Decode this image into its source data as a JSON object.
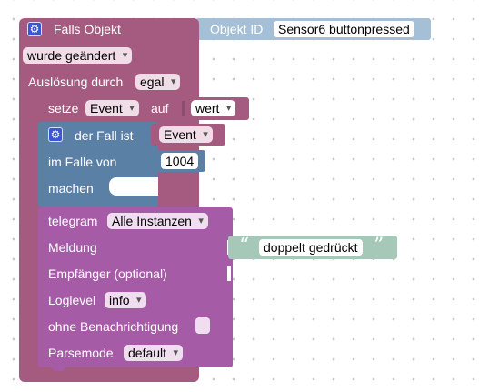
{
  "trigger": {
    "title": "Falls Objekt",
    "change_mode": "wurde geändert",
    "ausloesung_label": "Auslösung durch",
    "ausloesung_value": "egal"
  },
  "objekt_id": {
    "label": "Objekt ID",
    "value": "Sensor6 buttonpressed"
  },
  "setze": {
    "label": "setze",
    "variable": "Event",
    "auf_label": "auf",
    "value": "wert"
  },
  "switch": {
    "title": "der Fall ist",
    "variable": "Event",
    "case_label": "im Falle von",
    "case_value": "1004",
    "do_label": "machen"
  },
  "telegram": {
    "label": "telegram",
    "instance": "Alle Instanzen",
    "message_label": "Meldung",
    "message_text": "doppelt gedrückt",
    "quote_open": "“",
    "quote_close": "”",
    "recipient_label": "Empfänger (optional)",
    "loglevel_label": "Loglevel",
    "loglevel_value": "info",
    "silent_label": "ohne Benachrichtigung",
    "parsemode_label": "Parsemode",
    "parsemode_value": "default"
  },
  "colors": {
    "event_block": "#a55b80",
    "variable_block": "#a55b80",
    "logic_block": "#5b80a5",
    "telegram_block": "#a55ba5",
    "text_block": "#a5c8b8",
    "id_block": "#a5c0d6"
  },
  "icons": {
    "settings": "gear-icon"
  }
}
